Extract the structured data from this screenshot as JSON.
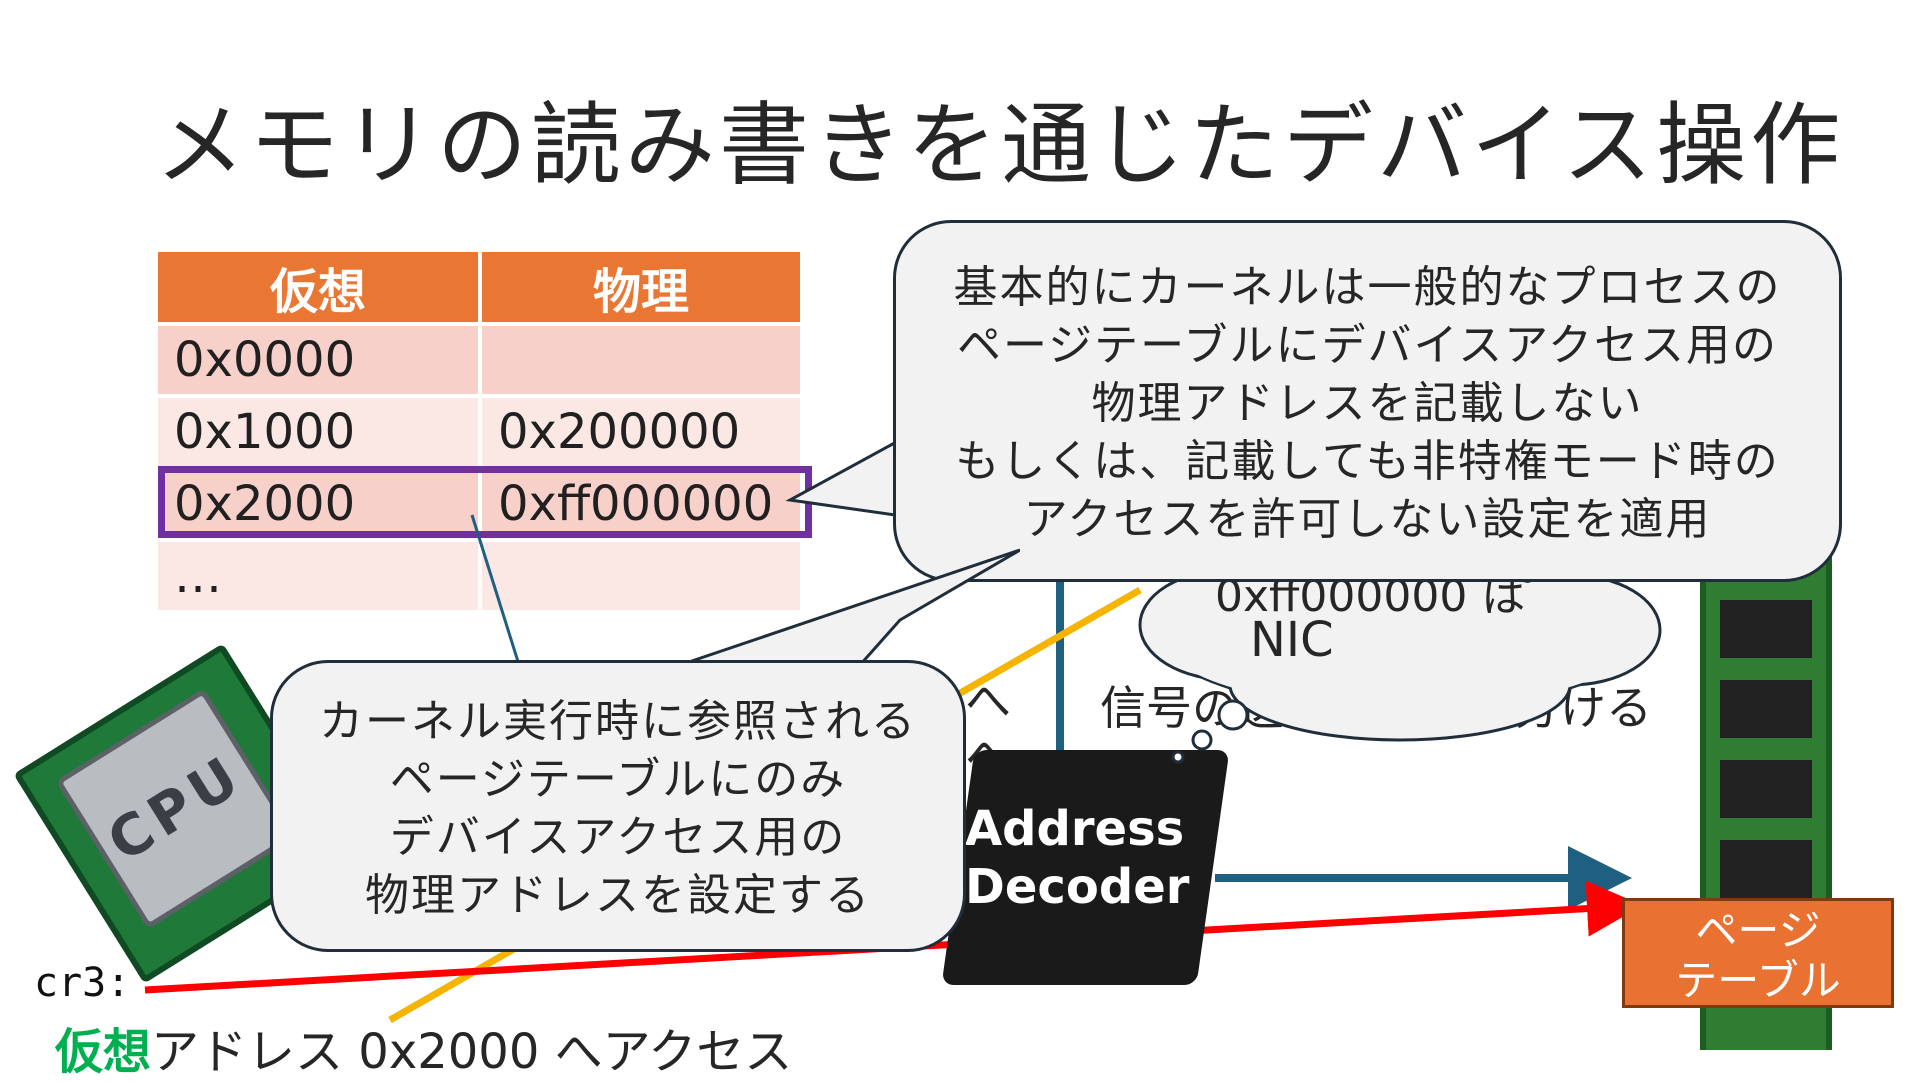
{
  "title": "メモリの読み書きを通じたデバイス操作",
  "page_table": {
    "headers": [
      "仮想",
      "物理"
    ],
    "rows": [
      [
        "0x0000",
        ""
      ],
      [
        "0x1000",
        "0x200000"
      ],
      [
        "0x2000",
        "0xff000000"
      ],
      [
        "…",
        ""
      ]
    ],
    "highlighted_row": 2
  },
  "callout_main": [
    "基本的にカーネルは一般的なプロセスの",
    "ページテーブルにデバイスアクセス用の",
    "物理アドレスを記載しない",
    "もしくは、記載しても非特権モード時の",
    "アクセスを許可しない設定を適用"
  ],
  "callout_kernel": [
    "カーネル実行時に参照される",
    "ページテーブルにのみ",
    "デバイスアクセス用の",
    "物理アドレスを設定する"
  ],
  "thought_cloud": {
    "line1": "0xff000000 は",
    "line2": "NIC"
  },
  "behind_text": {
    "routing": "信号の送出先を振り分ける",
    "arrow_a": "へ",
    "arrow_b": "へ"
  },
  "cpu_label": "CPU",
  "decoder_label": {
    "line1": "Address",
    "line2": "Decoder"
  },
  "page_table_box": {
    "line1": "ページ",
    "line2": "テーブル"
  },
  "cr3_label": "cr3:",
  "footer": {
    "accent": "仮想",
    "rest": "アドレス 0x2000 へアクセス"
  },
  "colors": {
    "table_header": "#ea7633",
    "highlight": "#7030a0",
    "cr3_line": "#ff0000",
    "bus_line": "#1f5f7f",
    "access_line": "#f4b400",
    "footer_accent": "#00b050"
  }
}
